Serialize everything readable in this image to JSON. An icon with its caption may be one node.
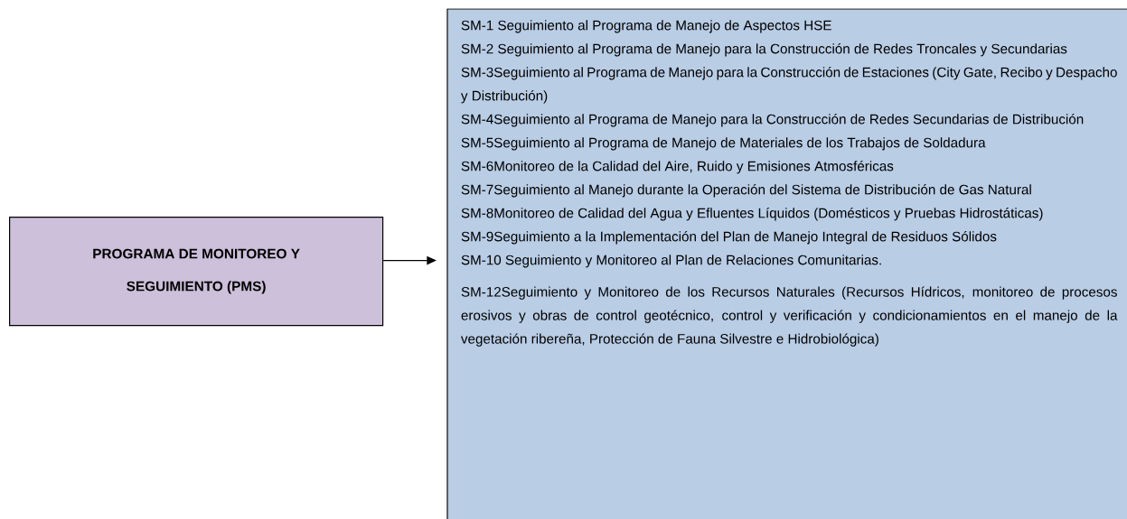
{
  "diagram": {
    "nodes": [
      {
        "text": [
          "PROGRAMA DE MONITOREO Y SEGUIMIENTO (PMS)"
        ]
      },
      {
        "text": [
          "SM-1 Seguimiento al Programa de Manejo de Aspectos HSE",
          "SM-2 Seguimiento al Programa de Manejo para la Construcción de Redes Troncales y Secundarias",
          "SM-3Seguimiento al Programa de Manejo para la Construcción de Estaciones (City Gate, Recibo y Despacho y Distribución)",
          "SM-4Seguimiento al Programa de Manejo para la Construcción de Redes Secundarias de Distribución",
          "SM-5Seguimiento al Programa de Manejo de Materiales de los Trabajos de Soldadura",
          "SM-6Monitoreo de la Calidad del Aire, Ruido y Emisiones Atmosféricas",
          "SM-7Seguimiento al Manejo durante la Operación del Sistema de Distribución de Gas Natural",
          "SM-8Monitoreo de Calidad del Agua y Efluentes Líquidos (Domésticos y Pruebas Hidrostáticas)",
          "SM-9Seguimiento a la Implementación del Plan de Manejo Integral de Residuos Sólidos",
          "SM-10 Seguimiento y Monitoreo al Plan de Relaciones Comunitarias.",
          "SM-12Seguimiento y Monitoreo de los Recursos Naturales (Recursos Hídricos, monitoreo de procesos erosivos y obras de control geotécnico, control y verificación y condicionamientos en el manejo de la vegetación ribereña, Protección de Fauna Silvestre e Hidrobiológica)"
        ]
      }
    ],
    "edges": [
      {
        "from": 0,
        "to": 1,
        "arrow": "to"
      }
    ]
  }
}
